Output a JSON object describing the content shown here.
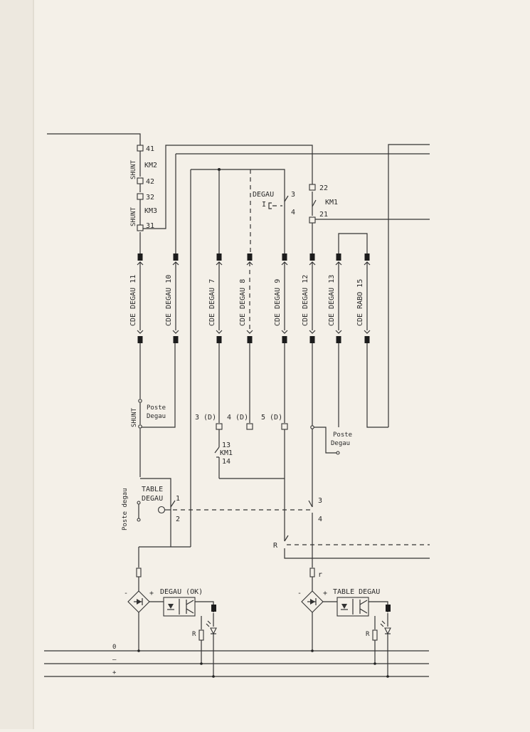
{
  "relay_labels": {
    "shunt": "SHUNT",
    "km2": "KM2",
    "km3": "KM3",
    "km1": "KM1",
    "degau": "DEGAU",
    "degau_i": "I",
    "t41": "41",
    "t42": "42",
    "t32": "32",
    "t31": "31",
    "t22": "22",
    "t21": "21",
    "c3": "3",
    "c4": "4"
  },
  "connectors": [
    "CDE DEGAU 11",
    "CDE DEGAU 10",
    "CDE DEGAU 7",
    "CDE DEGAU 8",
    "CDE DEGAU 9",
    "CDE DEGAU 12",
    "CDE DEGAU 13",
    "CDE RABO 15"
  ],
  "lower_labels": {
    "shunt": "SHUNT",
    "poste_line1": "Poste",
    "poste_line2": "Degau",
    "d3": "3 (D)",
    "d4": "4 (D)",
    "d5": "5 (D)",
    "k13": "13",
    "km1": "KM1",
    "k14": "14",
    "poste_degau_vertical": "Poste degau",
    "table1": "TABLE",
    "table2": "DEGAU",
    "s1": "1",
    "s2": "2",
    "s3": "3",
    "s4": "4",
    "r_relay": "R",
    "r_small": "r"
  },
  "indicators": {
    "left_title": "DEGAU  (OK)",
    "right_title": "TABLE DEGAU",
    "minus": "-",
    "plus": "+",
    "r": "R"
  },
  "rails": [
    "0",
    "–",
    "+"
  ]
}
